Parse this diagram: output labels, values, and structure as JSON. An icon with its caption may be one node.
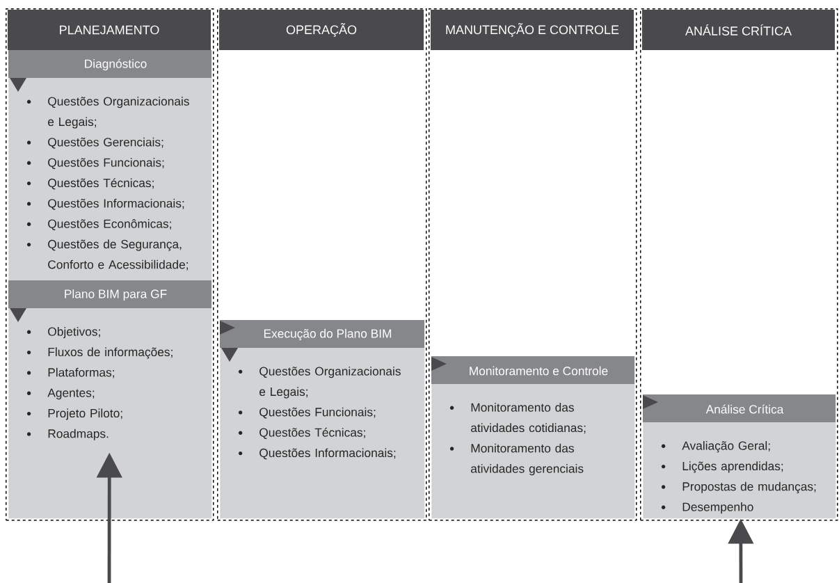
{
  "diagram": {
    "nodes": [
      {
        "text": [
          "PLANEJAMENTO"
        ]
      },
      {
        "text": [
          "Diagnóstico",
          "Questões Organizacionais e Legais;",
          "Questões Gerenciais;",
          "Questões Funcionais;",
          "Questões Técnicas;",
          "Questões Informacionais;",
          "Questões Econômicas;",
          "Questões de Segurança, Conforto e Acessibilidade;"
        ],
        "in": 0
      },
      {
        "text": [
          "Plano BIM para GF",
          "Objetivos;",
          "Fluxos de informações;",
          "Plataformas;",
          "Agentes;",
          "Projeto Piloto;",
          "Roadmaps."
        ],
        "in": 0
      },
      {
        "text": [
          "OPERAÇÃO"
        ]
      },
      {
        "text": [
          "Execução do Plano BIM",
          "Questões Organizacionais e Legais;",
          "Questões Funcionais;",
          "Questões Técnicas;",
          "Questões Informacionais;"
        ],
        "in": 3
      },
      {
        "text": [
          "MANUTENÇÃO E CONTROLE"
        ]
      },
      {
        "text": [
          "Monitoramento e Controle",
          "Monitoramento das atividades cotidianas;",
          "Monitoramento das atividades gerenciais"
        ],
        "in": 5
      },
      {
        "text": [
          "ANÁLISE CRÍTICA"
        ]
      },
      {
        "text": [
          "Análise Crítica",
          "Avaliação Geral;",
          "Lições aprendidas;",
          "Propostas de mudanças;",
          "Desempenho"
        ],
        "in": 7
      }
    ],
    "edges": [
      {
        "from": null,
        "to": 2,
        "arrow": "to"
      },
      {
        "from": null,
        "to": 8,
        "arrow": "to"
      }
    ]
  }
}
